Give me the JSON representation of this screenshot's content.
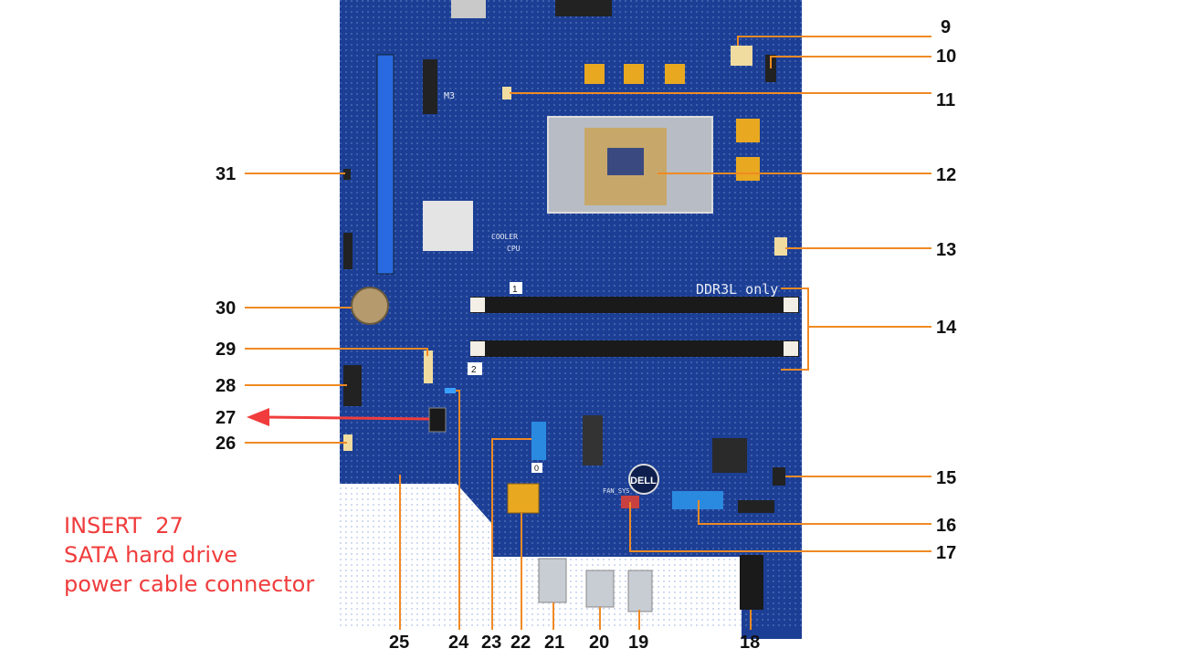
{
  "callouts": {
    "c9": "9",
    "c10": "10",
    "c11": "11",
    "c12": "12",
    "c13": "13",
    "c14": "14",
    "c15": "15",
    "c16": "16",
    "c17": "17",
    "c18": "18",
    "c19": "19",
    "c20": "20",
    "c21": "21",
    "c22": "22",
    "c23": "23",
    "c24": "24",
    "c25": "25",
    "c26": "26",
    "c27": "27",
    "c28": "28",
    "c29": "29",
    "c30": "30",
    "c31": "31"
  },
  "board_silkscreen": {
    "ddr": "DDR3L only",
    "dimm_slot_1": "1",
    "dimm_slot_2": "2",
    "sata_0": "0",
    "brand": "DELL",
    "m3": "M3",
    "fan_sys": "FAN_SYS",
    "cooler": "COOLER",
    "cpu": "CPU"
  },
  "annotation": {
    "line1": "INSERT  27",
    "line2": "SATA hard drive",
    "line3": "power cable connector"
  },
  "colors": {
    "board": "#1a3a8c",
    "callout_line": "#f08a24",
    "annotation": "#f03c3c"
  }
}
